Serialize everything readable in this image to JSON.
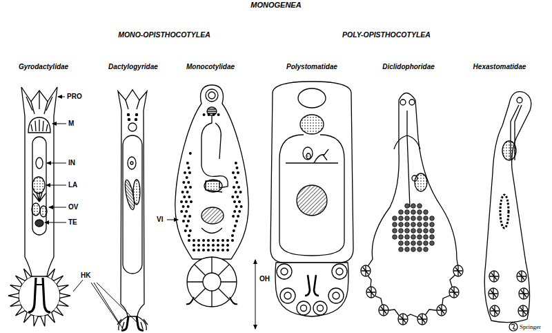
{
  "diagram": {
    "nodes": [
      {
        "text": [
          "MONOGENEA"
        ]
      },
      {
        "text": [
          "MONO-OPISTHOCOTYLEA"
        ]
      },
      {
        "text": [
          "POLY-OPISTHOCOTYLEA"
        ]
      },
      {
        "text": [
          "Gyrodactylidae"
        ]
      },
      {
        "text": [
          "Dactylogyridae"
        ]
      },
      {
        "text": [
          "Monocotylidae"
        ]
      },
      {
        "text": [
          "Polystomatidae"
        ]
      },
      {
        "text": [
          "Diclidophoridae"
        ]
      },
      {
        "text": [
          "Hexastomatidae"
        ]
      }
    ],
    "edges": [
      {
        "from": 0,
        "to": 1,
        "arrow": "to"
      },
      {
        "from": 0,
        "to": 2,
        "arrow": "to"
      },
      {
        "from": 1,
        "to": 3,
        "arrow": "to"
      },
      {
        "from": 1,
        "to": 4,
        "arrow": "to"
      },
      {
        "from": 1,
        "to": 5,
        "arrow": "to"
      },
      {
        "from": 2,
        "to": 6,
        "arrow": "to"
      },
      {
        "from": 2,
        "to": 7,
        "arrow": "to"
      },
      {
        "from": 2,
        "to": 8,
        "arrow": "to"
      }
    ],
    "labels": [
      "PRO",
      "M",
      "IN",
      "LA",
      "OV",
      "TE",
      "HK",
      "VI",
      "OH",
      "Springer"
    ]
  }
}
